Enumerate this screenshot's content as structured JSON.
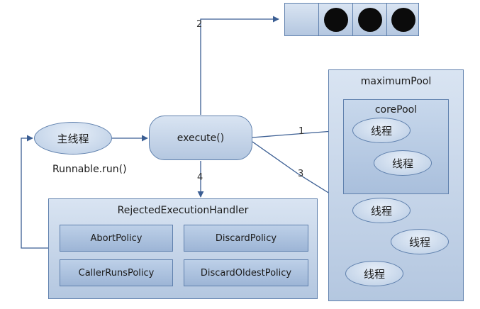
{
  "main_thread": "主线程",
  "runnable_run": "Runnable.run()",
  "execute": "execute()",
  "handler": {
    "title": "RejectedExecutionHandler",
    "policies": [
      "AbortPolicy",
      "DiscardPolicy",
      "CallerRunsPolicy",
      "DiscardOldestPolicy"
    ]
  },
  "maximum_pool": "maximumPool",
  "core_pool": "corePool",
  "thread_label": "线程",
  "arrows": {
    "one": "1",
    "two": "2",
    "three": "3",
    "four": "4"
  },
  "queue": {
    "slots": 4,
    "filled": 3
  },
  "colors": {
    "box_fill": "#b4c7e0",
    "border": "#5f80ad",
    "arrow": "#3b5e93",
    "queue_dot": "#0b0b0b"
  }
}
